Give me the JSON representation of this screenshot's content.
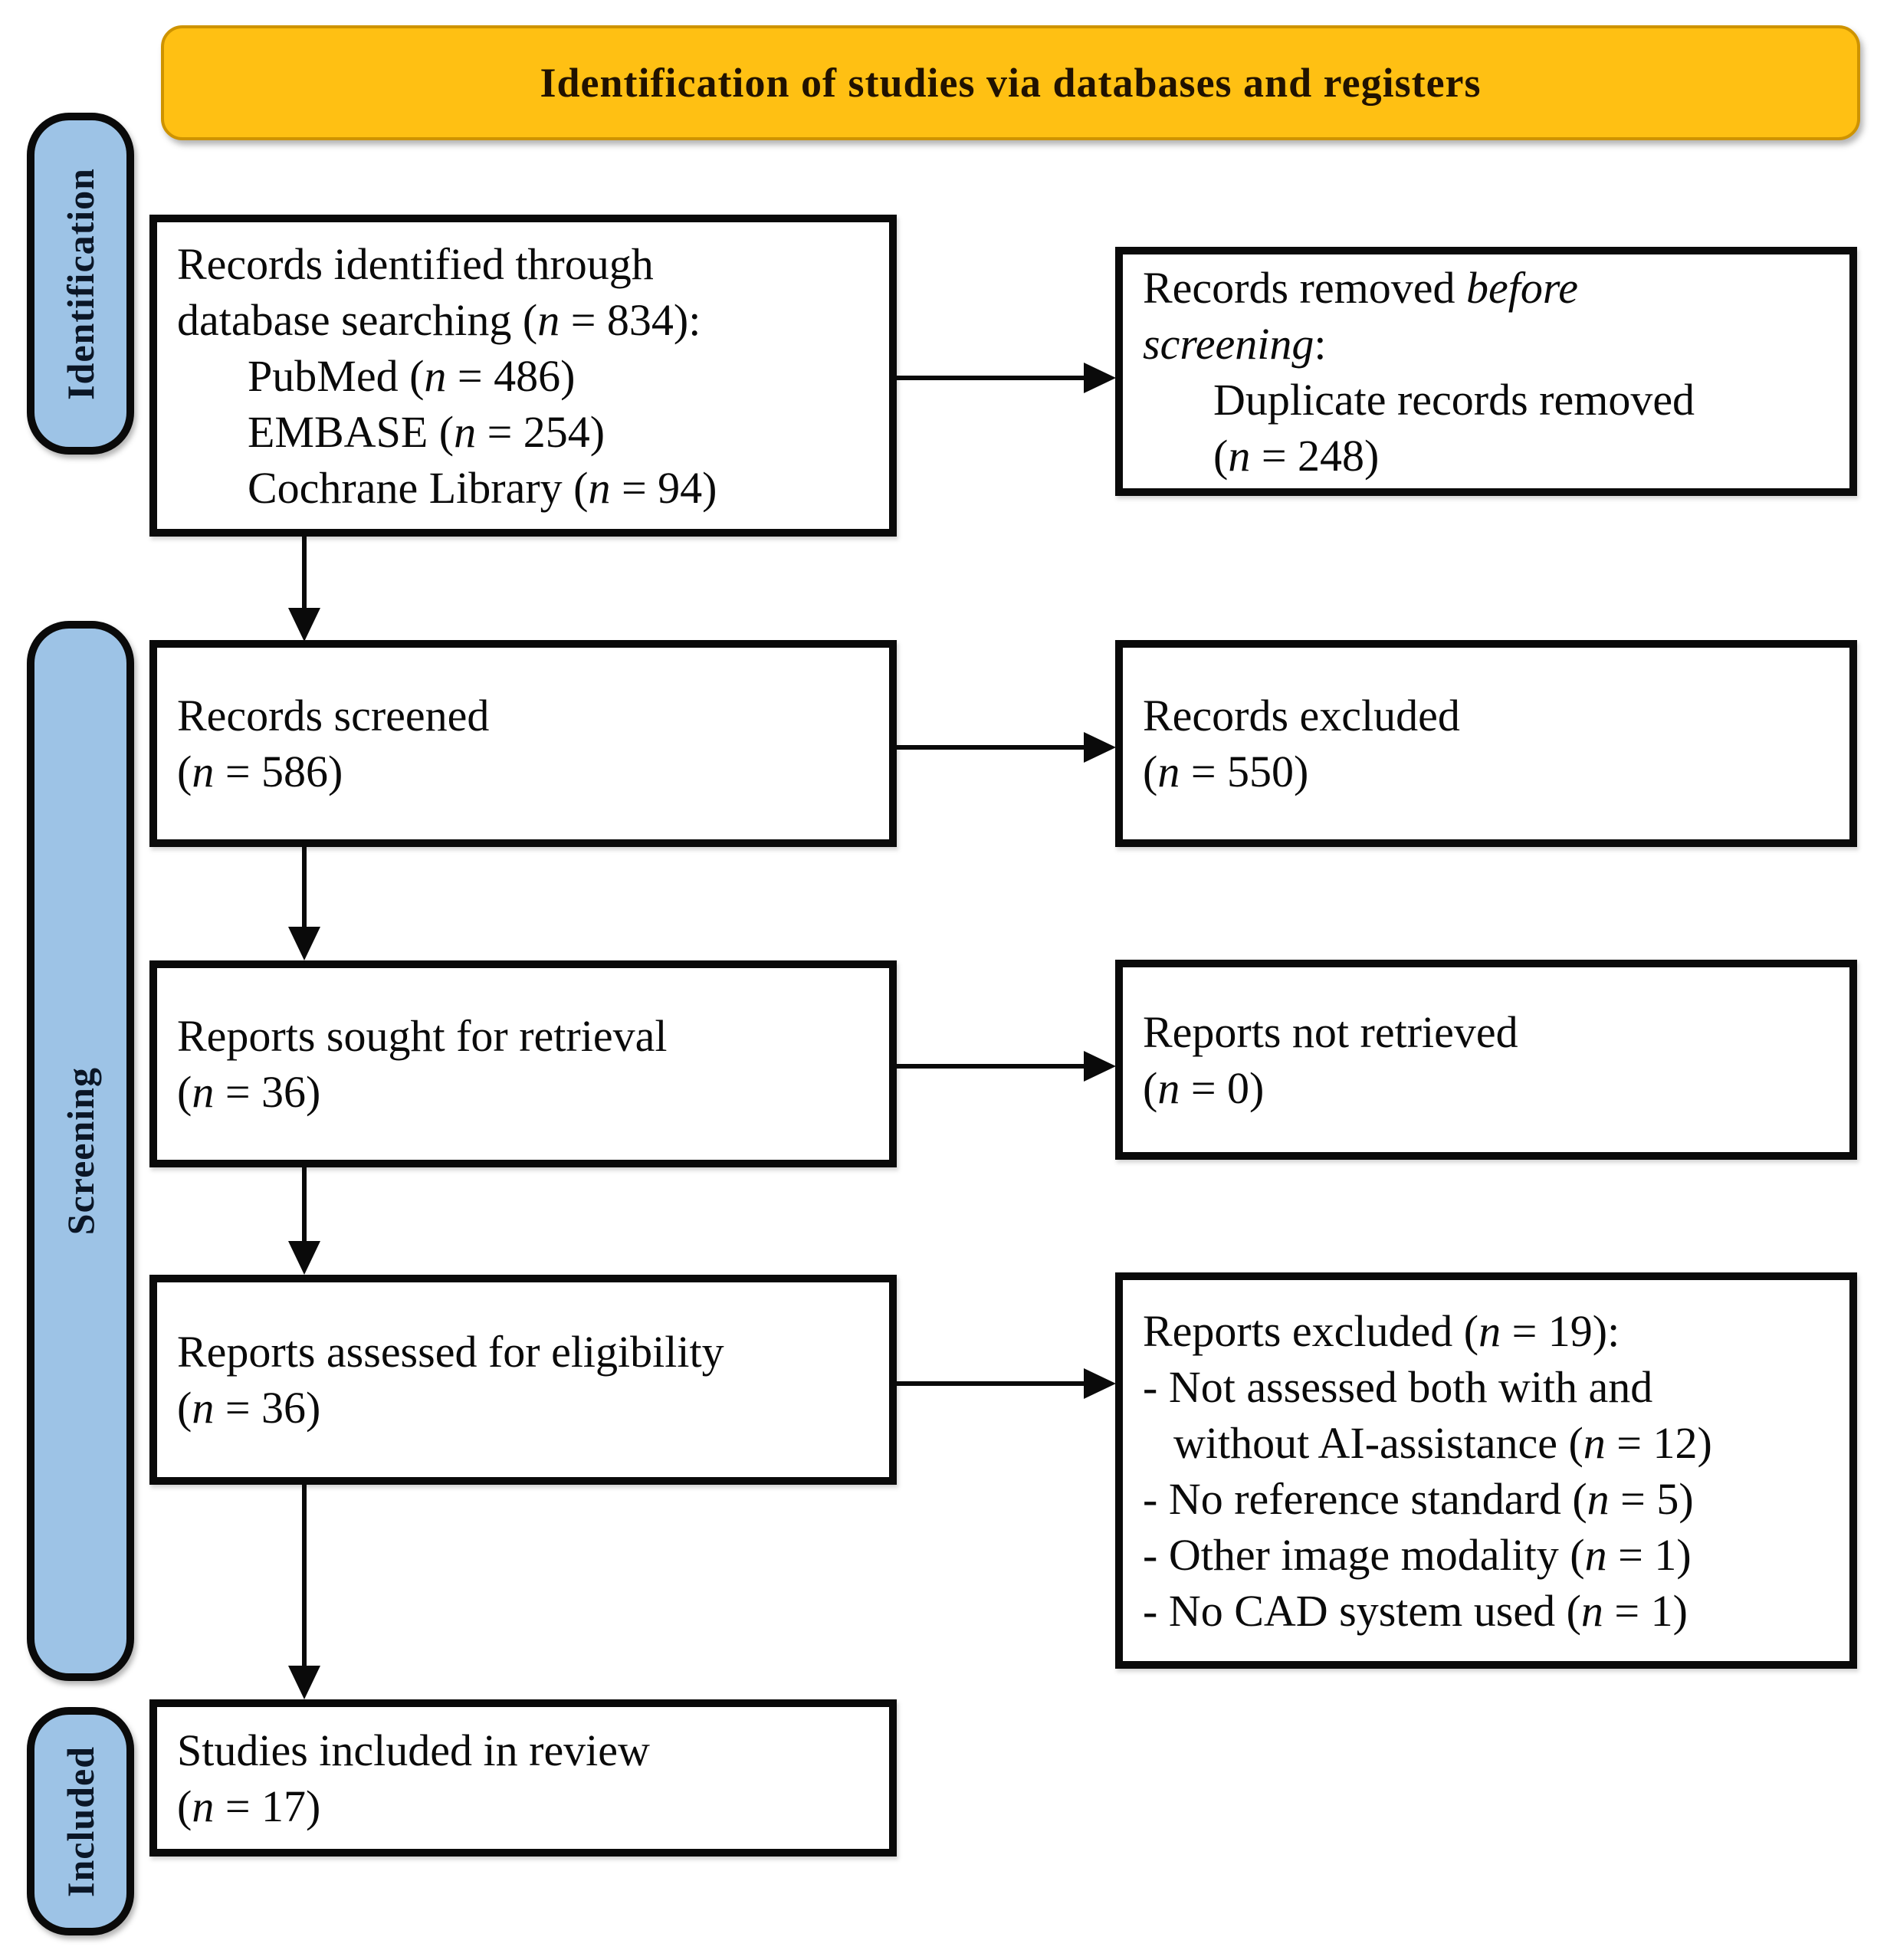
{
  "banner": {
    "title": "Identification of studies via databases and registers"
  },
  "sidebar": {
    "stages": [
      {
        "label": "Identification"
      },
      {
        "label": "Screening"
      },
      {
        "label": "Included"
      }
    ]
  },
  "boxes": {
    "records_identified": {
      "lines": [
        {
          "t": "Records identified through"
        },
        {
          "t": "database searching (*n* = 834):"
        },
        {
          "t": "PubMed (*n* = 486)",
          "cls": "sub"
        },
        {
          "t": "EMBASE (*n* = 254)",
          "cls": "sub"
        },
        {
          "t": "Cochrane Library (*n* = 94)",
          "cls": "sub"
        }
      ]
    },
    "records_removed_before_screening": {
      "lines": [
        {
          "t": "Records removed *before*"
        },
        {
          "t": "*screening*:"
        },
        {
          "t": "Duplicate records removed",
          "cls": "sub"
        },
        {
          "t": "(*n* = 248)",
          "cls": "sub"
        }
      ]
    },
    "records_screened": {
      "lines": [
        {
          "t": "Records screened"
        },
        {
          "t": "(*n* = 586)"
        }
      ]
    },
    "records_excluded": {
      "lines": [
        {
          "t": "Records excluded"
        },
        {
          "t": "(*n* = 550)"
        }
      ]
    },
    "reports_sought": {
      "lines": [
        {
          "t": "Reports sought for retrieval"
        },
        {
          "t": "(*n* = 36)"
        }
      ]
    },
    "reports_not_retrieved": {
      "lines": [
        {
          "t": "Reports not retrieved"
        },
        {
          "t": "(*n* = 0)"
        }
      ]
    },
    "reports_assessed": {
      "lines": [
        {
          "t": "Reports assessed for eligibility"
        },
        {
          "t": "(*n* = 36)"
        }
      ]
    },
    "reports_excluded": {
      "lines": [
        {
          "t": "Reports excluded (*n* = 19):"
        },
        {
          "t": "- Not assessed both with and"
        },
        {
          "t": "without AI-assistance (*n* = 12)",
          "cls": "cont"
        },
        {
          "t": "- No reference standard (*n* = 5)"
        },
        {
          "t": "- Other image modality (*n* = 1)"
        },
        {
          "t": "- No CAD system used (*n* = 1)"
        }
      ]
    },
    "studies_included": {
      "lines": [
        {
          "t": "Studies included in review"
        },
        {
          "t": "(*n* = 17)"
        }
      ]
    }
  },
  "colors": {
    "banner-bg": "#FFC013",
    "banner-border": "#CE9300",
    "banner-text": "#211200",
    "stage-bg": "#9DC3E6",
    "ink": "#0a0a0a"
  }
}
